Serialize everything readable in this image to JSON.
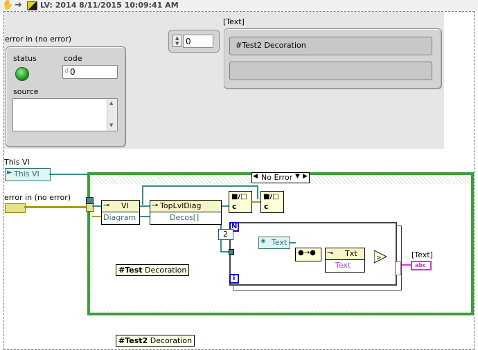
{
  "toolbar": {
    "title": "LV: 2014 8/11/2015 10:09:41 AM",
    "icons": [
      "hand-icon",
      "arrow-icon",
      "vi-icon"
    ]
  },
  "front_panel": {
    "error_cluster": {
      "label": "error in (no error)",
      "status_label": "status",
      "code_label": "code",
      "code_prefix": "d",
      "code_value": "0",
      "source_label": "source",
      "source_value": "",
      "status_color": "#2bb32b"
    },
    "numeric": {
      "value": "0"
    },
    "text_array": {
      "label": "[Text]",
      "items": [
        "#Test2 Decoration",
        ""
      ]
    }
  },
  "diagram": {
    "this_vi_label": "This VI",
    "this_vi_ref": "This VI",
    "error_in_label": "error in (no error)",
    "case_selector": "No Error",
    "vi_node": {
      "class": "VI",
      "prop": "Diagram"
    },
    "toplvl_node": {
      "class": "TopLvlDiag",
      "prop": "Decos[]"
    },
    "for_loop": {
      "count_terminal": "N",
      "iteration_terminal": "i",
      "count_value": "2"
    },
    "text_ref": "Text",
    "txt_node": {
      "class": "Txt",
      "prop": "Text"
    },
    "out_indicator_label": "[Text]",
    "out_indicator_text": "abc",
    "deco1": {
      "bold": "#Test",
      "rest": "Decoration"
    },
    "deco2": {
      "bold": "#Test2",
      "rest": "Decoration"
    }
  }
}
